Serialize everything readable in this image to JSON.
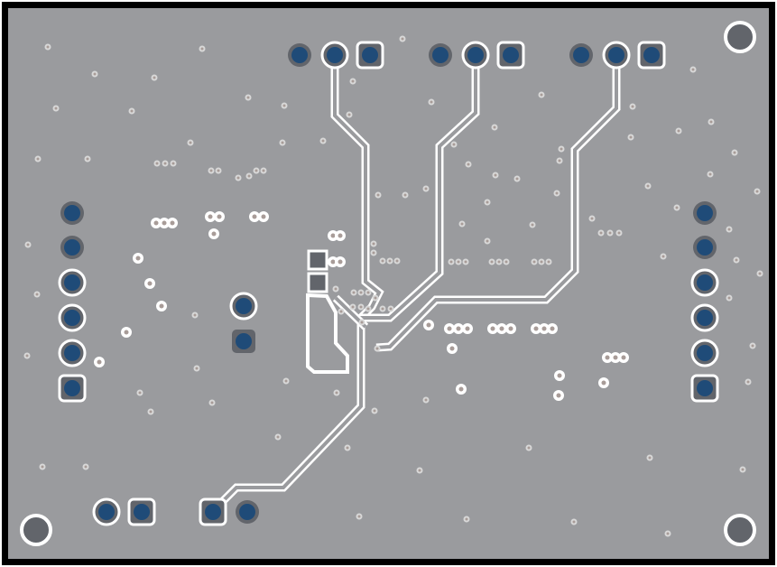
{
  "board": {
    "colors": {
      "board": "#9a9b9e",
      "outline": "#000000",
      "copper_edge": "#ffffff",
      "pad_plain": "#62656b",
      "pad_drill": "#1f4b78",
      "mount_hole": "#62656b",
      "via_ring": "#d8d8d8",
      "via_center": "#a89c98"
    },
    "pad_style": [
      "plain-round",
      "ringed-round",
      "ringed-square"
    ]
  }
}
